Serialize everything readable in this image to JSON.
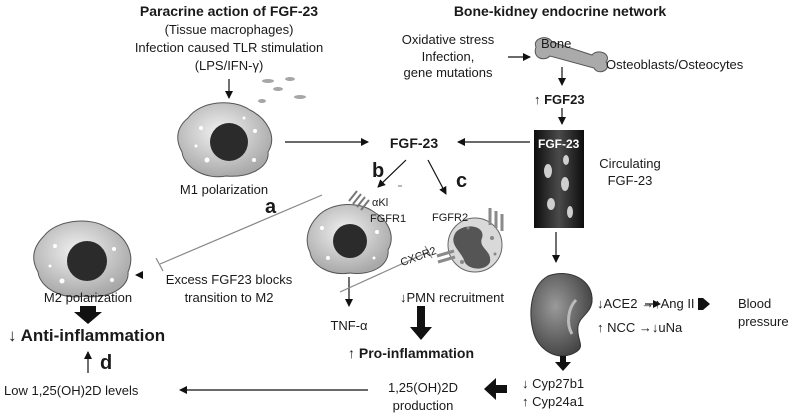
{
  "left": {
    "title": "Paracrine action of FGF-23",
    "line1": "(Tissue macrophages)",
    "line2": "Infection caused TLR stimulation",
    "line3": "(LPS/IFN-γ)",
    "m1": "M1 polarization",
    "m2": "M2 polarization",
    "anti": "↓ Anti-inflammation",
    "block1": "Excess FGF23 blocks",
    "block2": "transition to M2",
    "tnf": "TNF-α",
    "low": "Low 1,25(OH)2D levels"
  },
  "right": {
    "title": "Bone-kidney endocrine network",
    "stress1": "Oxidative stress",
    "stress2": "Infection,",
    "stress3": "gene mutations",
    "bone": "Bone",
    "osteo": "Osteoblasts/Osteocytes",
    "fgf23_up": "↑ FGF23",
    "vessel_label": "FGF-23",
    "circ1": "Circulating",
    "circ2": "FGF-23",
    "ace2": "↓ACE2 →↑Ang II",
    "ncc": "↑ NCC →↓uNa",
    "bp1": "Blood",
    "bp2": "pressure",
    "cyp1": "↓ Cyp27b1",
    "cyp2": "↑ Cyp24a1"
  },
  "center": {
    "fgf23": "FGF-23",
    "aki": "αKl",
    "fgfr1": "FGFR1",
    "fgfr2": "FGFR2",
    "cxcr2": "CXCR2",
    "pmn": "↓PMN recruitment",
    "pro": "↑ Pro-inflammation",
    "vitd1": "1,25(OH)2D",
    "vitd2": "production"
  },
  "letters": {
    "a": "a",
    "b": "b",
    "c": "c",
    "d": "d"
  }
}
